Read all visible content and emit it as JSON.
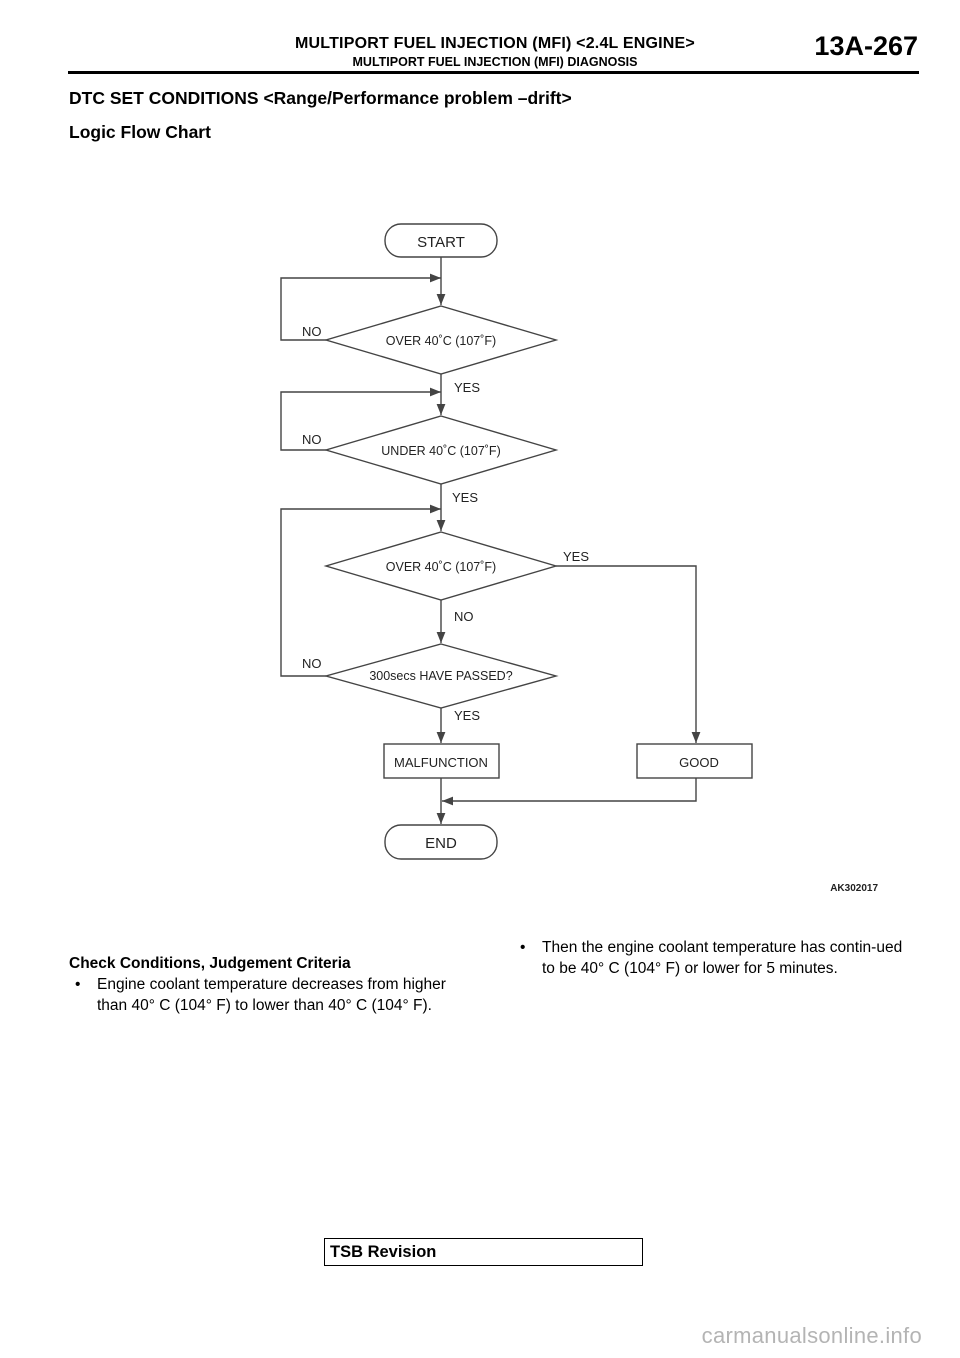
{
  "header": {
    "title": "MULTIPORT FUEL INJECTION (MFI) <2.4L ENGINE>",
    "subtitle": "MULTIPORT FUEL INJECTION (MFI) DIAGNOSIS",
    "page_number": "13A-267"
  },
  "section": {
    "heading": "DTC SET CONDITIONS <Range/Performance problem –drift>",
    "subheading": "Logic Flow Chart"
  },
  "flowchart": {
    "start": "START",
    "decision1": "OVER 40˚C (107˚F)",
    "decision2": "UNDER 40˚C (107˚F)",
    "decision3": "OVER 40˚C (107˚F)",
    "decision4": "300secs HAVE PASSED?",
    "malfunction": "MALFUNCTION",
    "good": "GOOD",
    "end": "END",
    "yes": "YES",
    "no": "NO",
    "figure_code": "AK302017"
  },
  "criteria": {
    "heading": "Check Conditions, Judgement Criteria",
    "bullet_symbol": "•",
    "bullet1": "Engine coolant temperature decreases from higher than 40° C (104° F) to lower than 40° C (104° F).",
    "bullet2": "Then the engine coolant temperature has contin-ued to be 40° C (104° F) or lower for 5 minutes."
  },
  "footer": {
    "tsb": "TSB Revision",
    "watermark": "carmanualsonline.info"
  }
}
